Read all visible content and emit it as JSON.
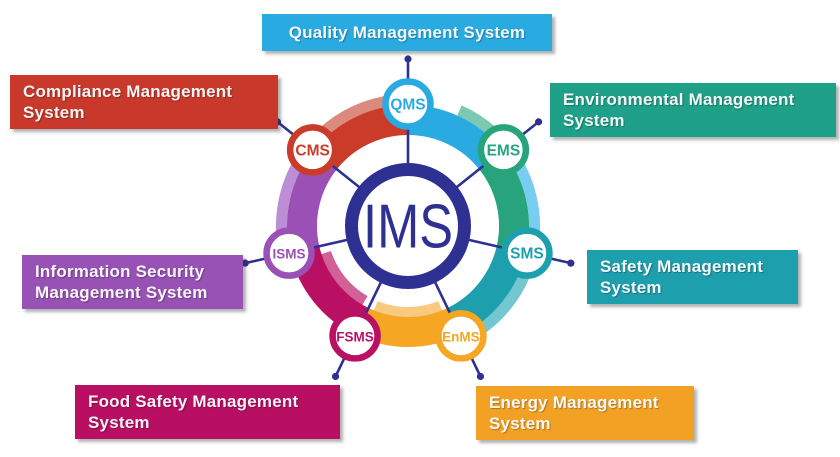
{
  "diagram": {
    "title": "Integrated Management System diagram",
    "background": "#FFFFFF",
    "connector_color": "#2E3192",
    "hub": {
      "label": "IMS",
      "color": "#2E3192"
    },
    "systems": [
      {
        "abbr": "QMS",
        "label": "Quality Management System",
        "label_lines": [
          "Quality Management System",
          ""
        ],
        "color": "#29ABE2",
        "light": "#79CDF0",
        "box_color": "#29ABE2"
      },
      {
        "abbr": "EMS",
        "label": "Environmental Management System",
        "label_lines": [
          "Environmental Management",
          "System"
        ],
        "color": "#27A47C",
        "light": "#7BC9B1",
        "box_color": "#1FA189"
      },
      {
        "abbr": "SMS",
        "label": "Safety Management System",
        "label_lines": [
          "Safety Management",
          "System"
        ],
        "color": "#1E9FAE",
        "light": "#74C7D0",
        "box_color": "#1E9FAE"
      },
      {
        "abbr": "EnMS",
        "label": "Energy Management System",
        "label_lines": [
          "Energy Management",
          "System"
        ],
        "color": "#F5A623",
        "light": "#F8CA80",
        "box_color": "#F2A124"
      },
      {
        "abbr": "FSMS",
        "label": "Food Safety Management System",
        "label_lines": [
          "Food Safety Management",
          "System"
        ],
        "color": "#BA1063",
        "light": "#D16197",
        "box_color": "#B80F63"
      },
      {
        "abbr": "ISMS",
        "label": "Information Security Management System",
        "label_lines": [
          "Information Security",
          "Management System"
        ],
        "color": "#9A50B5",
        "light": "#BC8ED5",
        "box_color": "#9852B5"
      },
      {
        "abbr": "CMS",
        "label": "Compliance Management System",
        "label_lines": [
          "Compliance Management",
          "System"
        ],
        "color": "#CB3B2A",
        "light": "#DB8A7E",
        "box_color": "#C8392B"
      }
    ]
  }
}
